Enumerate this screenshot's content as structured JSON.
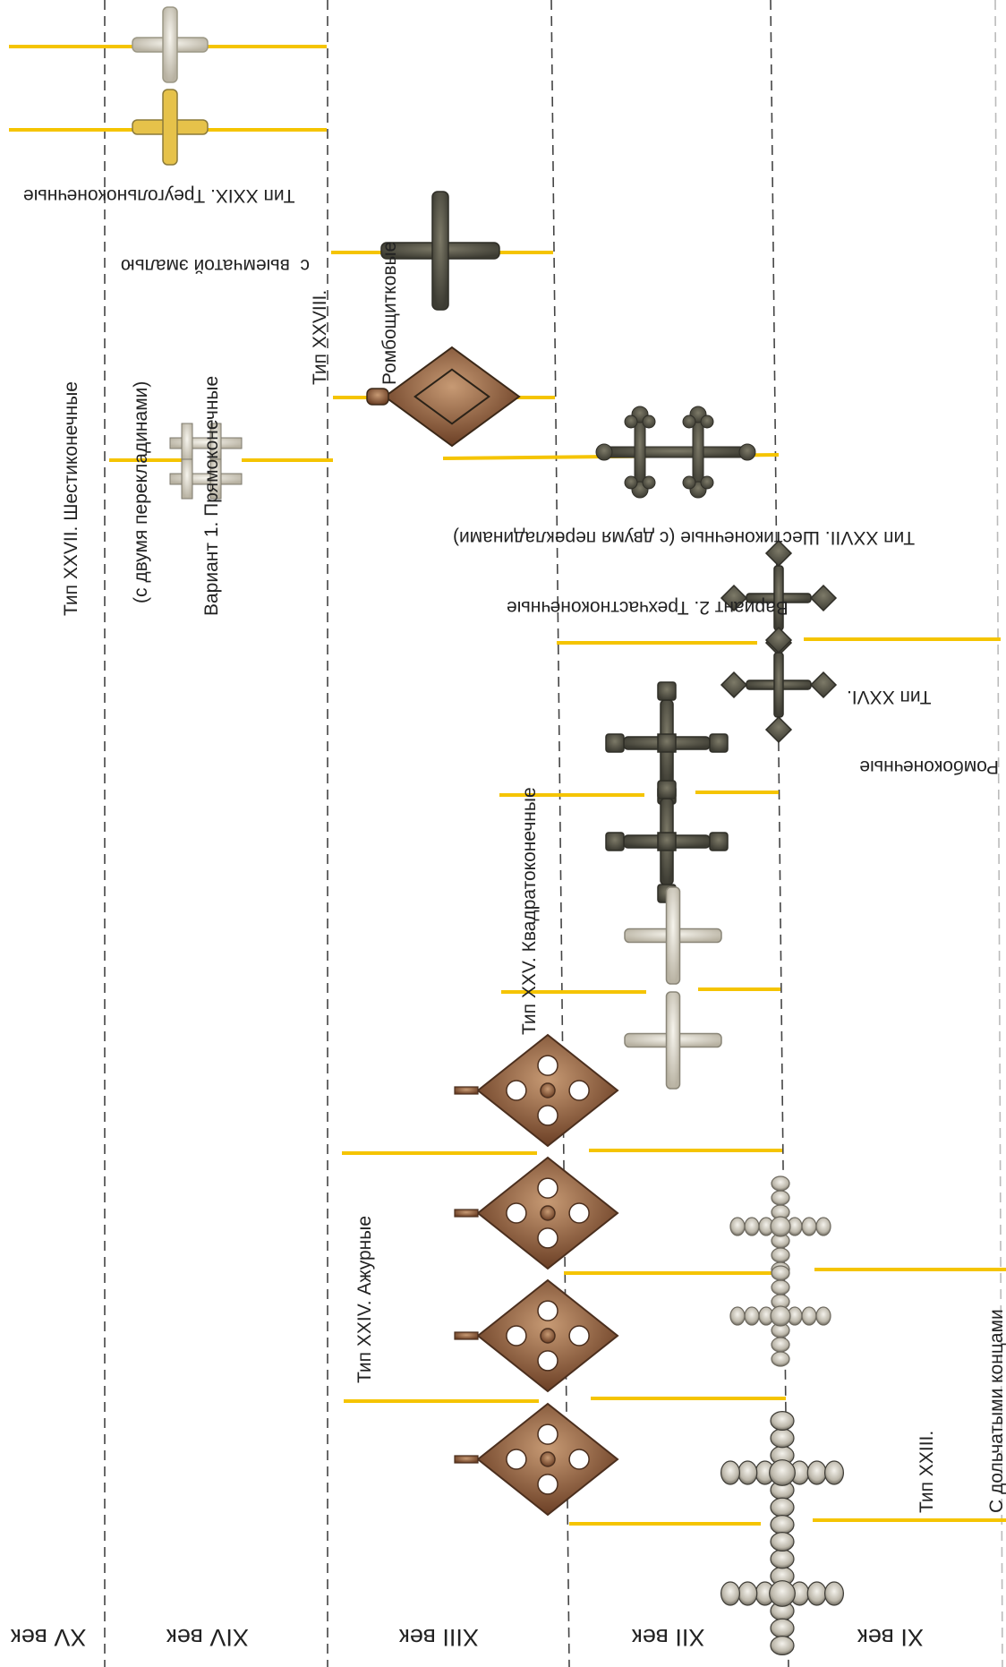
{
  "centuries": [
    "XV век",
    "XIV век",
    "XIII век",
    "XII век",
    "XI век"
  ],
  "type_labels": {
    "t27v1": [
      "Тип XXVII. Шестиконечные",
      "(с двумя перекладинами)",
      "Вариант 1. Прямоконечные"
    ],
    "t29": [
      "Тип XXIX. Треугольноконечные",
      "с  выемчатой эмалью"
    ],
    "t28": [
      "Тип XXVIII.",
      "Ромбощитковые"
    ],
    "t27v2": [
      "Тип XXVII. Шестиконечные (с двумя перекладинами)",
      "Вариант 2. Трехчастноконечные"
    ],
    "t26": [
      "Тип XXVI.",
      "Ромбоконечные"
    ],
    "t25": [
      "Тип XXV. Квадратоконечные"
    ],
    "t24": [
      "Тип XXIV. Ажурные"
    ],
    "t23": [
      "Тип XXIII.",
      "С дольчатыми концами"
    ]
  },
  "colors": {
    "date_line": "#f5c400",
    "divider": "#444444",
    "bronze_dark": "#4b4a3f",
    "bronze_mid": "#6b5a45",
    "copper": "#8a5a3a",
    "silver": "#d8d5cc",
    "enamel": "#e6c24a"
  },
  "icons": [
    "cross-artifact-icon"
  ]
}
